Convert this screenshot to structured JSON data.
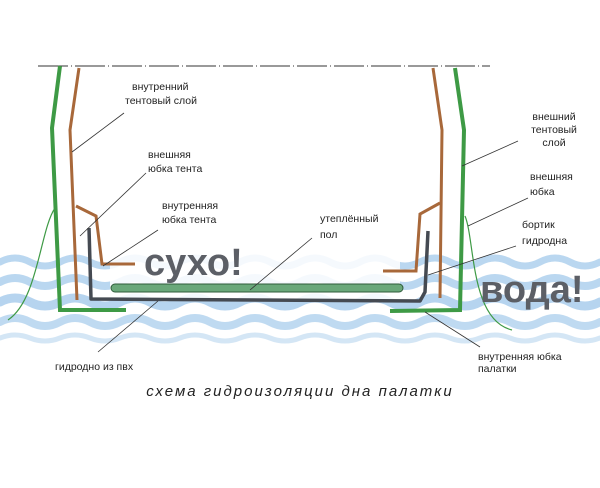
{
  "labels": {
    "inner_tent_layer": [
      "внутренний",
      "тентовый слой"
    ],
    "outer_tent_skirt": [
      "внешняя",
      "юбка тента"
    ],
    "inner_tent_skirt": [
      "внутренняя",
      "юбка тента"
    ],
    "insulated_floor": [
      "утеплённый",
      "пол"
    ],
    "outer_tent_layer": [
      "внешний",
      "тентовый",
      "слой"
    ],
    "outer_skirt": [
      "внешняя",
      "юбка"
    ],
    "floor_rim": [
      "бортик",
      "гидродна"
    ],
    "pvc_floor": "гидродно из пвх",
    "inner_tent_skirt_bottom": [
      "внутренняя юбка",
      "палатки"
    ]
  },
  "dry_text": "сухо!",
  "water_text": "вода!",
  "caption": "схема гидроизоляции дна палатки",
  "colors": {
    "outer_layer": "#3e9a45",
    "inner_layer": "#a8683a",
    "pvc_floor": "#454a52",
    "water": "#a9cdec",
    "floor_pad": "#6aa87a"
  }
}
